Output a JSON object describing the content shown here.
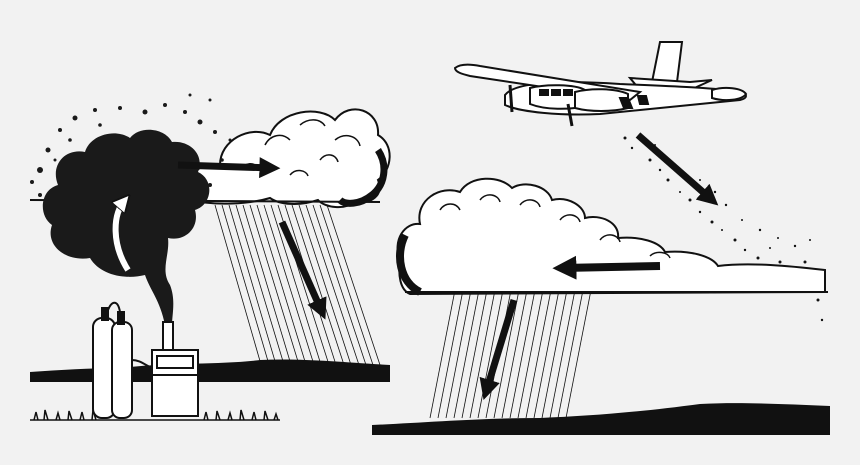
{
  "diagram": {
    "subject": "cloud seeding",
    "colors": {
      "background": "#f2f2f2",
      "ink": "#111111",
      "cloud_fill": "#ffffff",
      "smoke_fill": "#1a1a1a",
      "upward_arrow": "#ffffff"
    },
    "panels": [
      {
        "id": "ground-based",
        "elements": [
          "generator-tanks",
          "generator-box",
          "smoke-stack",
          "smoke-plume",
          "cloud",
          "rain",
          "arrows"
        ]
      },
      {
        "id": "aircraft-based",
        "elements": [
          "aircraft",
          "seed-particles",
          "cloud",
          "rain",
          "arrows"
        ]
      }
    ],
    "arrows": [
      {
        "name": "smoke-rising-arrow",
        "direction": "up",
        "color": "white"
      },
      {
        "name": "smoke-to-cloud-arrow",
        "direction": "right"
      },
      {
        "name": "rain-down-arrow-left",
        "direction": "down-right"
      },
      {
        "name": "seeding-from-plane-arrow",
        "direction": "down-right"
      },
      {
        "name": "cloud-drift-arrow",
        "direction": "left"
      },
      {
        "name": "rain-down-arrow-right",
        "direction": "down-left"
      }
    ]
  }
}
